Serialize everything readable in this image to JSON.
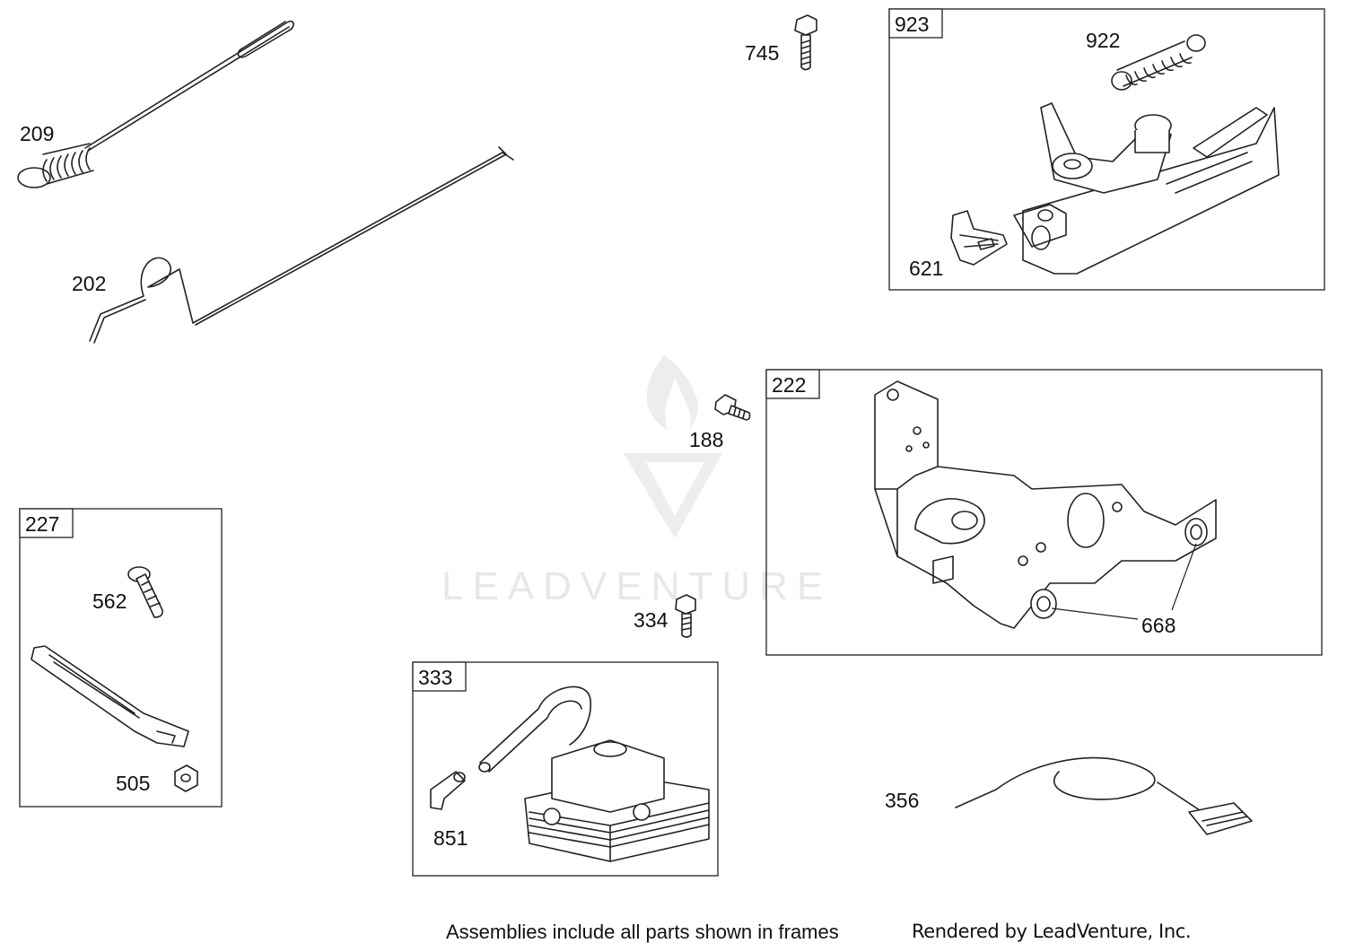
{
  "watermark": {
    "text": "LEADVENTURE"
  },
  "parts": [
    {
      "id": "p209",
      "number": "209"
    },
    {
      "id": "p202",
      "number": "202"
    },
    {
      "id": "p745",
      "number": "745"
    },
    {
      "id": "p922",
      "number": "922"
    },
    {
      "id": "p621",
      "number": "621"
    },
    {
      "id": "p188",
      "number": "188"
    },
    {
      "id": "p668",
      "number": "668"
    },
    {
      "id": "p562",
      "number": "562"
    },
    {
      "id": "p505",
      "number": "505"
    },
    {
      "id": "p334",
      "number": "334"
    },
    {
      "id": "p851",
      "number": "851"
    },
    {
      "id": "p356",
      "number": "356"
    }
  ],
  "frames": [
    {
      "id": "f923",
      "number": "923"
    },
    {
      "id": "f222",
      "number": "222"
    },
    {
      "id": "f227",
      "number": "227"
    },
    {
      "id": "f333",
      "number": "333"
    }
  ],
  "footer": {
    "note": "Assemblies include all parts shown in frames",
    "credit": "Rendered by LeadVenture, Inc."
  }
}
